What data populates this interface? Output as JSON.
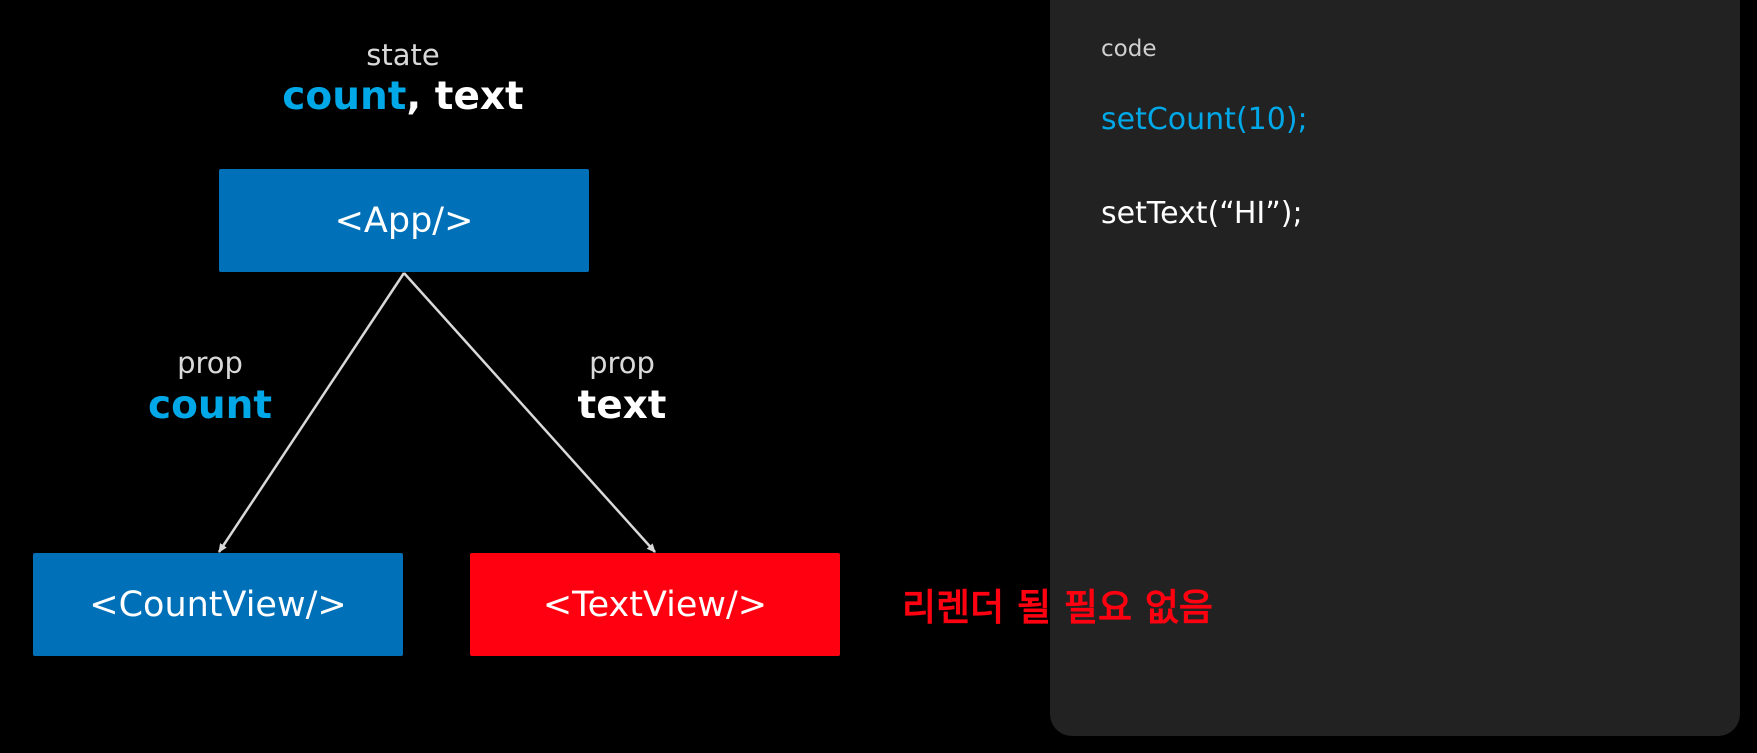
{
  "colors": {
    "background": "#000000",
    "accent_blue": "#00a8e8",
    "node_blue": "#0070b8",
    "node_red": "#ff0010",
    "note_red": "#ff0010",
    "edge": "#d9d9d9",
    "code_panel": "#222222"
  },
  "state": {
    "label": "state",
    "var_count": "count",
    "separator": ",",
    "var_text": "text"
  },
  "nodes": {
    "app": "<App/>",
    "count_view": "<CountView/>",
    "text_view": "<TextView/>"
  },
  "props": {
    "left": {
      "label": "prop",
      "name": "count"
    },
    "right": {
      "label": "prop",
      "name": "text"
    }
  },
  "note": "리렌더 될 필요 없음",
  "code": {
    "title": "code",
    "lines": [
      "setCount(10);",
      "setText(“HI”);"
    ]
  }
}
